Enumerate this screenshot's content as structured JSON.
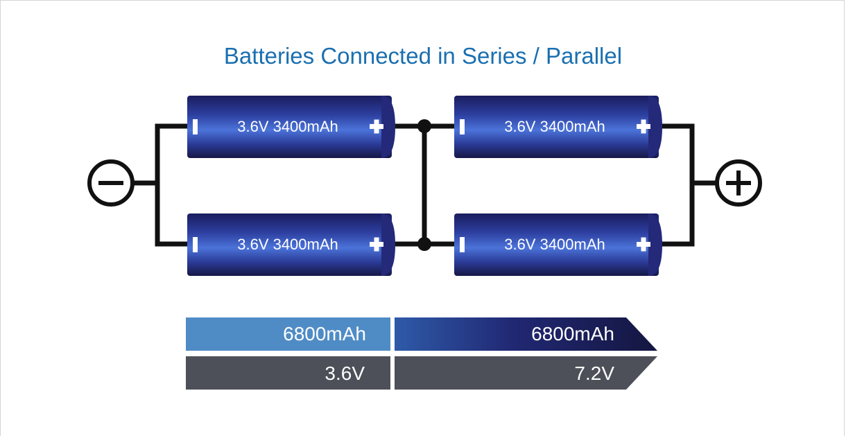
{
  "diagram": {
    "title": "Batteries Connected in Series / Parallel",
    "cells": [
      {
        "label": "3.6V 3400mAh"
      },
      {
        "label": "3.6V 3400mAh"
      },
      {
        "label": "3.6V 3400mAh"
      },
      {
        "label": "3.6V 3400mAh"
      }
    ],
    "negative_symbol": "−",
    "positive_symbol": "+",
    "capacity": {
      "parallel": "6800mAh",
      "total": "6800mAh"
    },
    "voltage": {
      "parallel": "3.6V",
      "total": "7.2V"
    },
    "colors": {
      "title": "#1a6fb0",
      "battery_dark": "#1b1f6a",
      "battery_light": "#4a6fd8",
      "wire": "#111111",
      "capacity_light": "#4f8cc6",
      "capacity_dark": "#161a4d",
      "voltage_bar": "#4d5058"
    }
  }
}
